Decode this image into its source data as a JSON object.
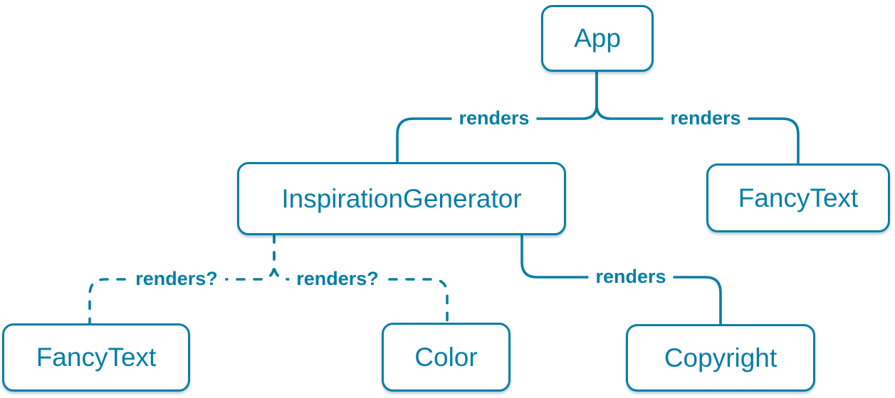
{
  "colors": {
    "accent": "#087ea4",
    "node_background": "#ffffff"
  },
  "nodes": [
    {
      "id": "app",
      "label": "App"
    },
    {
      "id": "inspiration-generator",
      "label": "InspirationGenerator"
    },
    {
      "id": "fancy-text-top",
      "label": "FancyText"
    },
    {
      "id": "fancy-text-bottom",
      "label": "FancyText"
    },
    {
      "id": "color",
      "label": "Color"
    },
    {
      "id": "copyright",
      "label": "Copyright"
    }
  ],
  "edges": [
    {
      "from": "App",
      "to": "InspirationGenerator",
      "label": "renders",
      "style": "solid"
    },
    {
      "from": "App",
      "to": "FancyText",
      "label": "renders",
      "style": "solid"
    },
    {
      "from": "InspirationGenerator",
      "to": "FancyText",
      "label": "renders?",
      "style": "dashed"
    },
    {
      "from": "InspirationGenerator",
      "to": "Color",
      "label": "renders?",
      "style": "dashed"
    },
    {
      "from": "InspirationGenerator",
      "to": "Copyright",
      "label": "renders",
      "style": "solid"
    }
  ]
}
